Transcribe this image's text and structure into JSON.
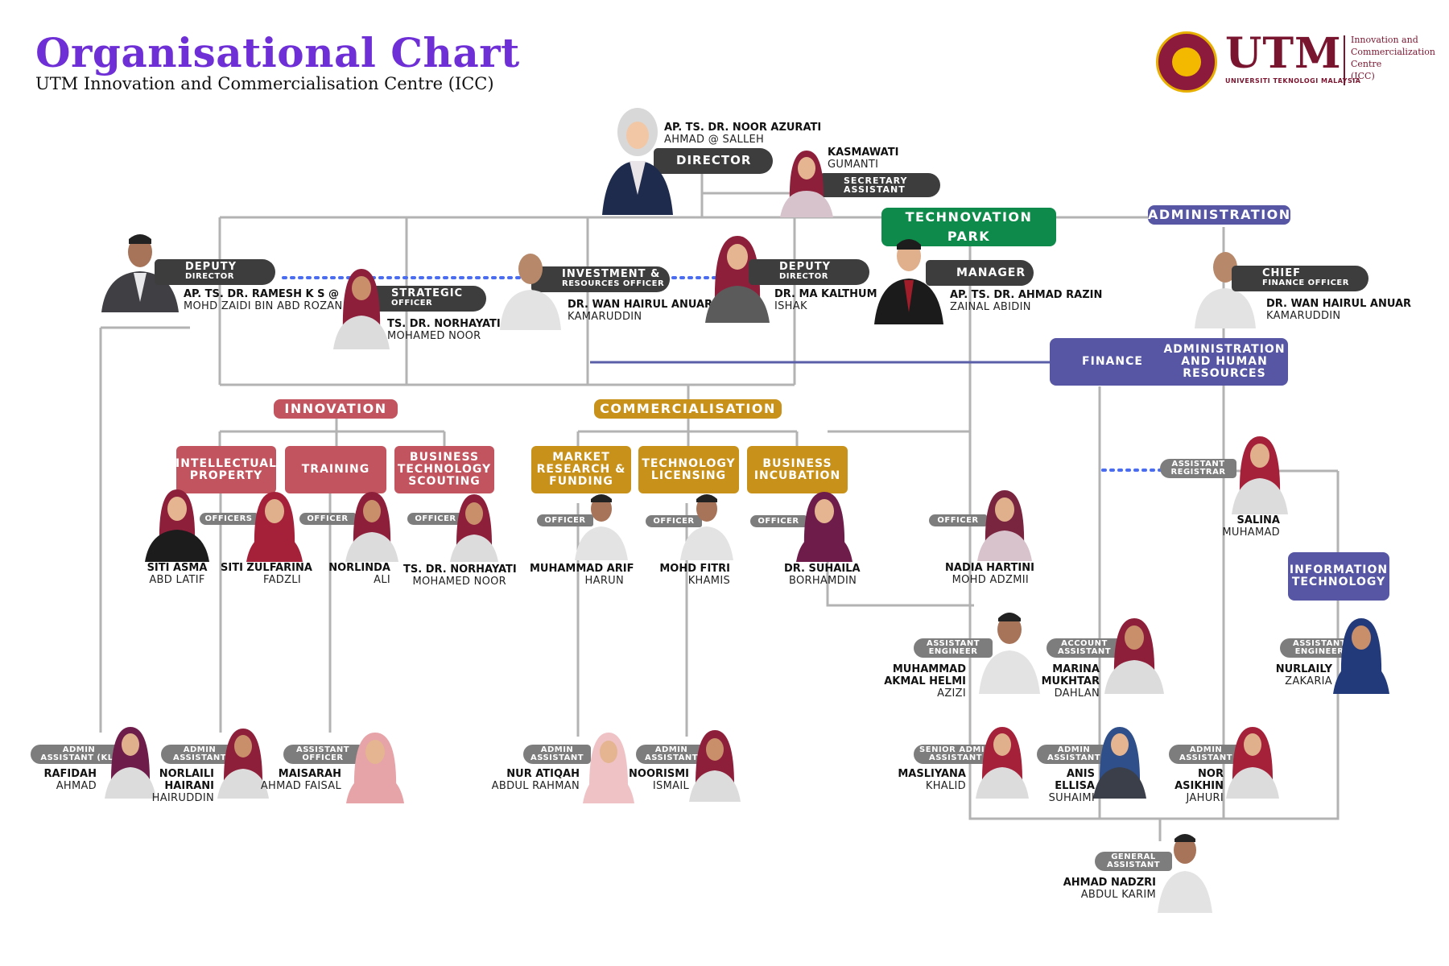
{
  "header": {
    "title": "Organisational Chart",
    "subtitle": "UTM Innovation and Commercialisation Centre (ICC)"
  },
  "logo": {
    "mark": "UTM",
    "full_name": "UNIVERSITI TEKNOLOGI MALAYSIA",
    "centre_line1": "Innovation and",
    "centre_line2": "Commercialization",
    "centre_line3": "Centre",
    "centre_line4": "(ICC)"
  },
  "colors": {
    "title": "#6f2fd6",
    "innovation": "#c1545e",
    "commercialisation": "#c8921a",
    "technovation": "#0e8a4a",
    "administration": "#5656a4",
    "tag": "#3d3d3d",
    "role_tag": "#7d7d7d",
    "connector": "#b3b3b3",
    "dotted": "#4a6cf0"
  },
  "director": {
    "name": "AP. TS. DR. NOOR AZURATI",
    "sub": "AHMAD @ SALLEH",
    "role": "DIRECTOR"
  },
  "secretary": {
    "name": "KASMAWATI",
    "sub": "GUMANTI",
    "role1": "SECRETARY",
    "role2": "ASSISTANT"
  },
  "deputy1": {
    "role1": "DEPUTY",
    "role2": "DIRECTOR",
    "name": "AP. TS. DR. RAMESH K S @",
    "sub": "MOHD ZAIDI BIN ABD ROZAN"
  },
  "strategic": {
    "role1": "STRATEGIC",
    "role2": "OFFICER",
    "name": "TS. DR. NORHAYATI",
    "sub": "MOHAMED NOOR"
  },
  "investment": {
    "role1": "INVESTMENT &",
    "role2": "RESOURCES OFFICER",
    "name": "DR. WAN HAIRUL ANUAR",
    "sub": "KAMARUDDIN"
  },
  "deputy2": {
    "role1": "DEPUTY",
    "role2": "DIRECTOR",
    "name": "DR. MA KALTHUM",
    "sub": "ISHAK"
  },
  "manager": {
    "role": "MANAGER",
    "name": "AP. TS. DR. AHMAD RAZIN",
    "sub": "ZAINAL ABIDIN"
  },
  "cfo": {
    "role1": "CHIEF",
    "role2": "FINANCE OFFICER",
    "name": "DR. WAN HAIRUL ANUAR",
    "sub": "KAMARUDDIN"
  },
  "sections": {
    "technovation": "TECHNOVATION PARK",
    "administration": "ADMINISTRATION",
    "innovation": "INNOVATION",
    "commercialisation": "COMMERCIALISATION"
  },
  "units": {
    "ip": "INTELLECTUAL PROPERTY",
    "training": "TRAINING",
    "bts": "BUSINESS TECHNOLOGY SCOUTING",
    "mrf": "MARKET RESEARCH & FUNDING",
    "tl": "TECHNOLOGY LICENSING",
    "bi": "BUSINESS INCUBATION",
    "finance": "FINANCE",
    "ahr": "ADMINISTRATION AND HUMAN RESOURCES",
    "it": "INFORMATION TECHNOLOGY"
  },
  "staff": {
    "officers_label": "OFFICERS",
    "officer_label": "OFFICER",
    "siti_asma": {
      "name": "SITI ASMA",
      "sub": "ABD LATIF"
    },
    "siti_zulfarina": {
      "name": "SITI ZULFARINA",
      "sub": "FADZLI"
    },
    "norlinda": {
      "name": "NORLINDA",
      "sub": "ALI"
    },
    "norhayati2": {
      "name": "TS. DR. NORHAYATI",
      "sub": "MOHAMED NOOR"
    },
    "arif": {
      "name": "MUHAMMAD ARIF",
      "sub": "HARUN"
    },
    "fitri": {
      "name": "MOHD FITRI",
      "sub": "KHAMIS"
    },
    "suhaila": {
      "name": "DR. SUHAILA",
      "sub": "BORHAMDIN"
    },
    "nadia": {
      "name": "NADIA HARTINI",
      "sub": "MOHD ADZMII"
    },
    "salina": {
      "role1": "ASSISTANT",
      "role2": "REGISTRAR",
      "name": "SALINA",
      "sub": "MUHAMAD"
    },
    "akmal": {
      "role1": "ASSISTANT",
      "role2": "ENGINEER",
      "name1": "MUHAMMAD",
      "name2": "AKMAL HELMI",
      "sub": "AZIZI"
    },
    "marina": {
      "role1": "ACCOUNT",
      "role2": "ASSISTANT",
      "name1": "MARINA",
      "name2": "MUKHTAR",
      "sub": "DAHLAN"
    },
    "nurlaily": {
      "role1": "ASSISTANT",
      "role2": "ENGINEER",
      "name": "NURLAILY",
      "sub": "ZAKARIA"
    },
    "rafidah": {
      "role1": "ADMIN",
      "role2": "ASSISTANT (KL)",
      "name": "RAFIDAH",
      "sub": "AHMAD"
    },
    "norlaili": {
      "role1": "ADMIN",
      "role2": "ASSISTANT",
      "name1": "NORLAILI",
      "name2": "HAIRANI",
      "sub": "HAIRUDDIN"
    },
    "maisarah": {
      "role1": "ASSISTANT",
      "role2": "OFFICER",
      "name": "MAISARAH",
      "sub": "AHMAD FAISAL"
    },
    "atiqah": {
      "role1": "ADMIN",
      "role2": "ASSISTANT",
      "name": "NUR ATIQAH",
      "sub": "ABDUL RAHMAN"
    },
    "noorismi": {
      "role1": "ADMIN",
      "role2": "ASSISTANT",
      "name": "NOORISMI",
      "sub": "ISMAIL"
    },
    "masliyana": {
      "role1": "SENIOR ADMIN",
      "role2": "ASSISTANT",
      "name": "MASLIYANA",
      "sub": "KHALID"
    },
    "anis": {
      "role1": "ADMIN",
      "role2": "ASSISTANT",
      "name1": "ANIS",
      "name2": "ELLISA",
      "sub": "SUHAIMI"
    },
    "asikhin": {
      "role1": "ADMIN",
      "role2": "ASSISTANT",
      "name1": "NOR",
      "name2": "ASIKHIN",
      "sub": "JAHURI"
    },
    "nadzri": {
      "role1": "GENERAL",
      "role2": "ASSISTANT",
      "name": "AHMAD NADZRI",
      "sub": "ABDUL KARIM"
    }
  }
}
